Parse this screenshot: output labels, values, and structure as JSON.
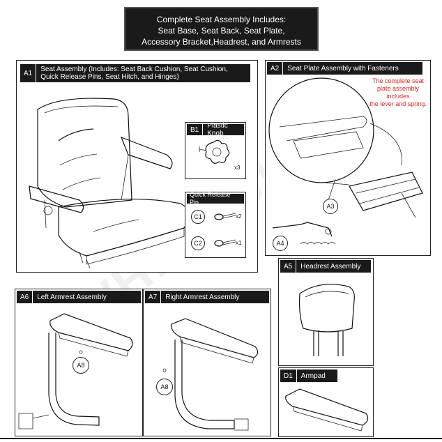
{
  "title_lines": [
    "Complete Seat Assembly Includes:",
    "Seat Base, Seat Back, Seat Plate,",
    "Accessory Bracket,Headrest, and Armrests"
  ],
  "panels": {
    "a1": {
      "tag": "A1",
      "title_line1": "Seat Assembly (Includes: Seat Back Cushion, Seat Cushion,",
      "title_line2": "Quick Release Pins, Seat Hitch, and Hinges)"
    },
    "a2": {
      "tag": "A2",
      "title": "Seat Plate Assembly with Fasteners",
      "note_lines": [
        "The complete seat",
        "plate assembly",
        "includes",
        "the lever and spring."
      ],
      "callout_a3": "A3",
      "callout_a4": "A4"
    },
    "b1": {
      "tag": "B1",
      "title": "Plastic Knob",
      "qty": "x3"
    },
    "qrp": {
      "title": "Quick Release Pin",
      "c1": "C1",
      "c1_qty": "x2",
      "c2": "C2",
      "c2_qty": "x1"
    },
    "a5": {
      "tag": "A5",
      "title": "Headrest Assembly"
    },
    "a6": {
      "tag": "A6",
      "title": "Left Armrest Assembly",
      "callout": "A8"
    },
    "a7": {
      "tag": "A7",
      "title": "Right Armrest Assembly",
      "callout": "A8"
    },
    "d1": {
      "tag": "D1",
      "title": "Armpad"
    }
  },
  "colors": {
    "header_bg": "#1a1a1a",
    "note_red": "#e02020"
  }
}
